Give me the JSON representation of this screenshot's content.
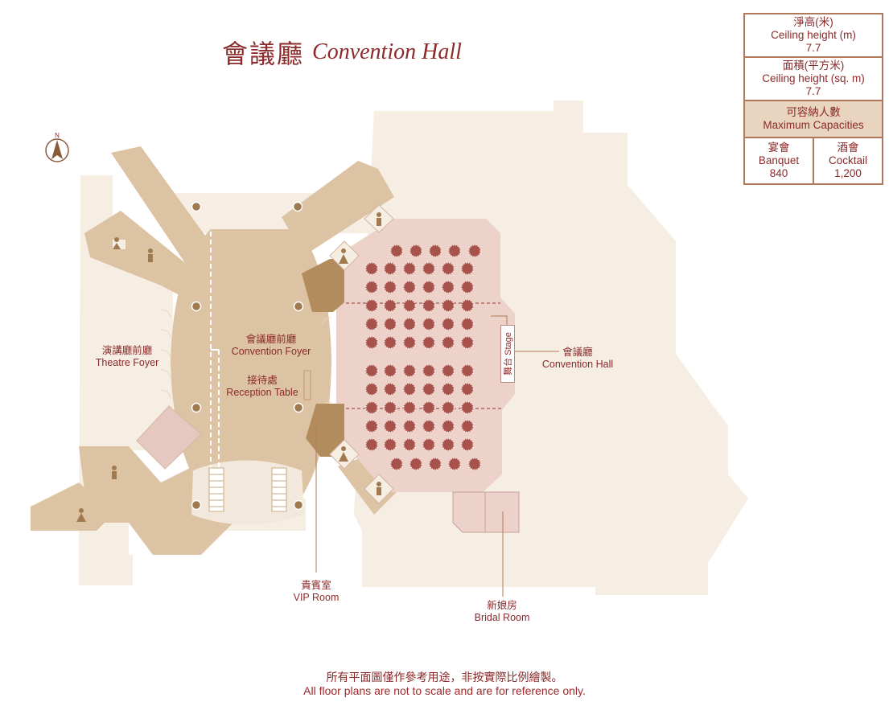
{
  "title": {
    "zh": "會議廳",
    "en": "Convention Hall"
  },
  "info": {
    "ceiling_height": {
      "zh": "淨高(米)",
      "en": "Ceiling height (m)",
      "value": "7.7"
    },
    "area": {
      "zh": "面積(平方米)",
      "en": "Ceiling height (sq. m)",
      "value": "7.7"
    },
    "capacities": {
      "zh": "可容納人數",
      "en": "Maximum Capacities"
    },
    "banquet": {
      "zh": "宴會",
      "en": "Banquet",
      "value": "840"
    },
    "cocktail": {
      "zh": "酒會",
      "en": "Cocktail",
      "value": "1,200"
    }
  },
  "compass": {
    "label": "N"
  },
  "labels": {
    "theatre_foyer": {
      "zh": "演講廳前廳",
      "en": "Theatre Foyer"
    },
    "convention_foyer": {
      "zh": "會議廳前廳",
      "en": "Convention Foyer"
    },
    "reception": {
      "zh": "接待處",
      "en": "Reception Table"
    },
    "convention_hall": {
      "zh": "會議廳",
      "en": "Convention Hall"
    },
    "stage": "舞台 Stage",
    "vip_room": {
      "zh": "貴賓室",
      "en": "VIP Room"
    },
    "bridal_room": {
      "zh": "新娘房",
      "en": "Bridal Room"
    }
  },
  "footer": {
    "zh": "所有平面圖僅作參考用途，非按實際比例繪製。",
    "en": "All floor plans are not to scale and are for reference only."
  },
  "colors": {
    "outer_area": "#f6ede3",
    "corridor": "#dcc3a4",
    "hall": "#ecd2c9",
    "vip": "#b38c5e",
    "table": "#a8524c",
    "text": "#8b2a2a"
  }
}
